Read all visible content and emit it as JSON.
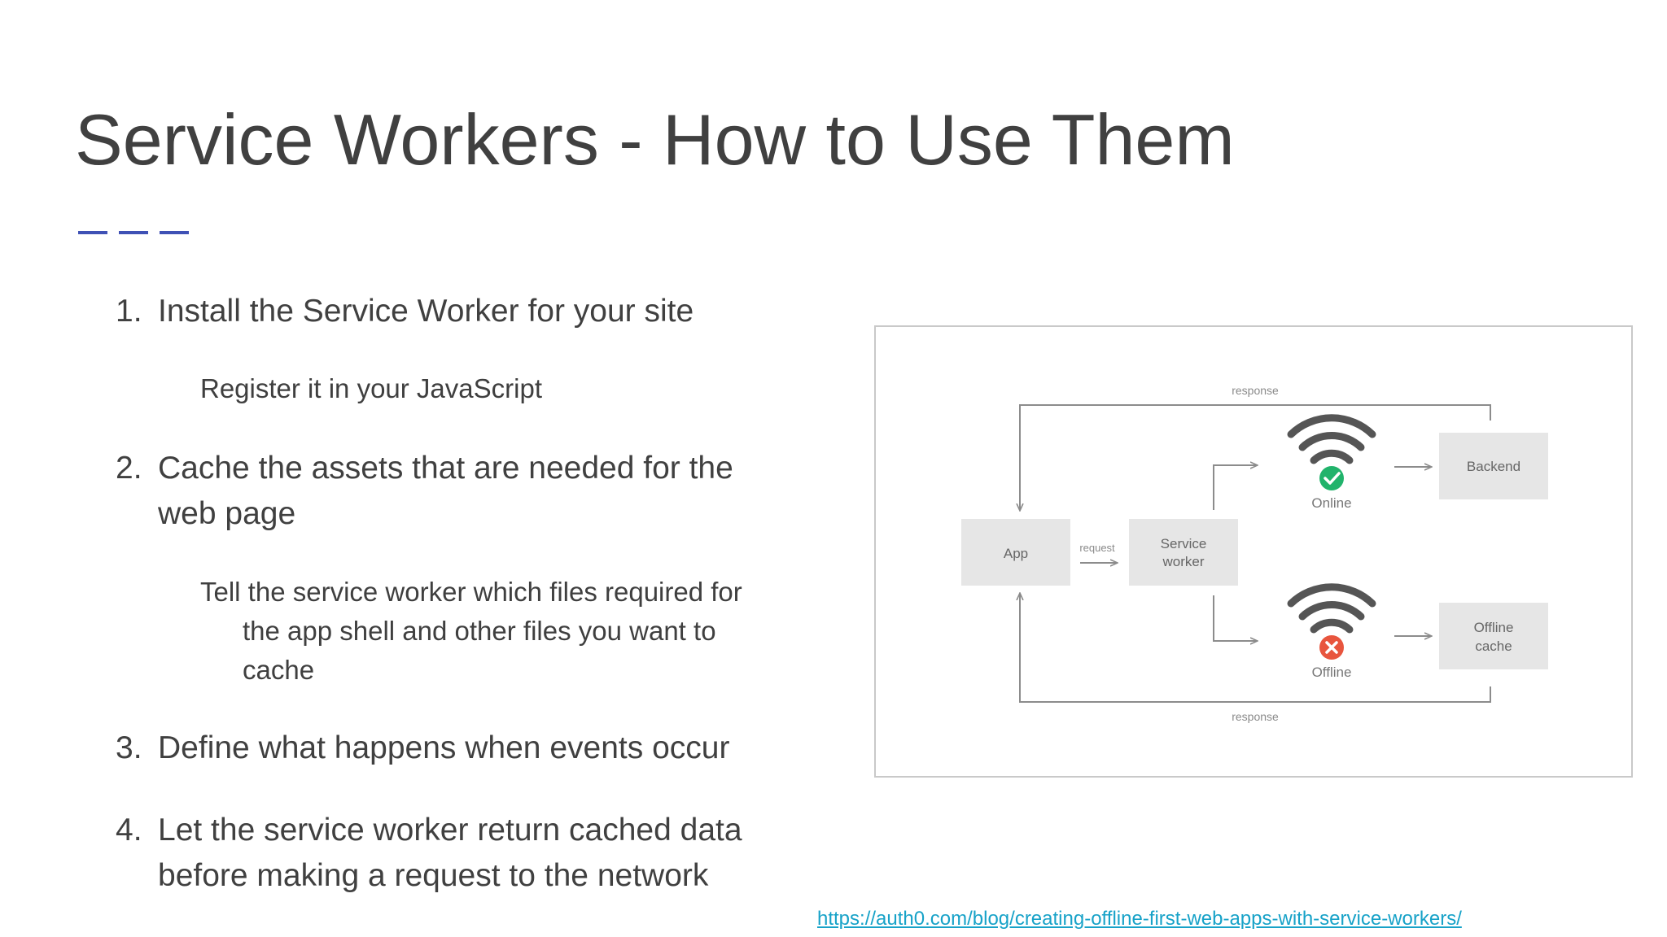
{
  "slide": {
    "title": "Service Workers - How to Use Them",
    "accent_color": "#3f51b5",
    "steps": [
      {
        "number": "1.",
        "lines": [
          "Install the Service Worker for your site"
        ],
        "sub_lines": [
          "Register it in your JavaScript"
        ]
      },
      {
        "number": "2.",
        "lines": [
          "Cache the assets that are needed for the",
          "web page"
        ],
        "sub_lines": [
          "Tell the service worker which files required for",
          "the app shell and other files you want to",
          "cache"
        ]
      },
      {
        "number": "3.",
        "lines": [
          "Define what happens when events occur"
        ],
        "sub_lines": []
      },
      {
        "number": "4.",
        "lines": [
          "Let the service worker return cached data",
          "before making a request to the network"
        ],
        "sub_lines": []
      }
    ],
    "diagram": {
      "app_label": "App",
      "request_label": "request",
      "service_worker_label": [
        "Service",
        "worker"
      ],
      "online_label": "Online",
      "offline_label": "Offline",
      "backend_label": "Backend",
      "offline_cache_label": [
        "Offline",
        "cache"
      ],
      "response_top_label": "response",
      "response_bottom_label": "response",
      "online_status_color": "#21b36b",
      "offline_status_color": "#e8553e",
      "wifi_icon_color": "#555555"
    },
    "source_url": "https://auth0.com/blog/creating-offline-first-web-apps-with-service-workers/"
  }
}
